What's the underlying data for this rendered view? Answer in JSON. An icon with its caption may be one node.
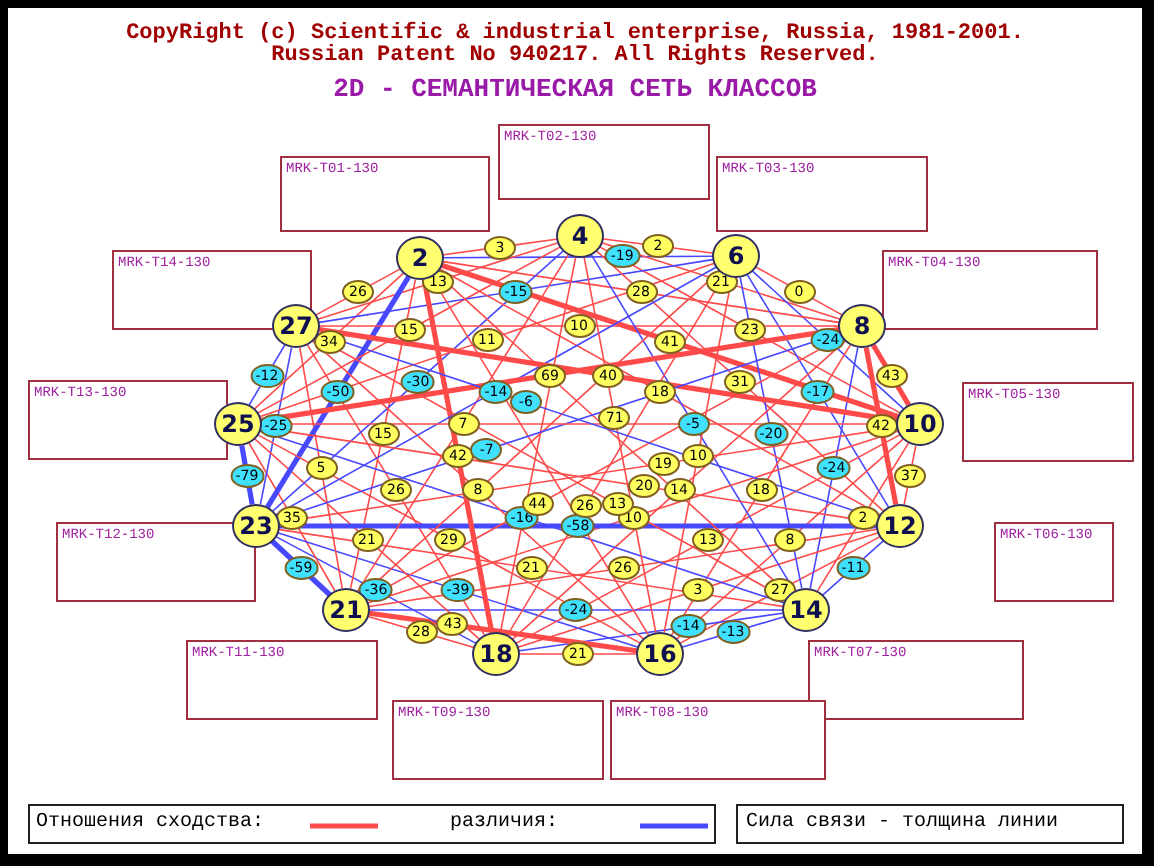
{
  "diagram": {
    "title": "2D - СЕМАНТИЧЕСКАЯ СЕТЬ КЛАССОВ",
    "nodes": [
      {
        "text": [
          "2"
        ]
      },
      {
        "text": [
          "4"
        ]
      },
      {
        "text": [
          "6"
        ]
      },
      {
        "text": [
          "8"
        ]
      },
      {
        "text": [
          "10"
        ]
      },
      {
        "text": [
          "12"
        ]
      },
      {
        "text": [
          "14"
        ]
      },
      {
        "text": [
          "16"
        ]
      },
      {
        "text": [
          "18"
        ]
      },
      {
        "text": [
          "21"
        ]
      },
      {
        "text": [
          "23"
        ]
      },
      {
        "text": [
          "25"
        ]
      },
      {
        "text": [
          "27"
        ]
      },
      {
        "text": [
          "MRK-T01-130"
        ]
      },
      {
        "text": [
          "MRK-T02-130"
        ]
      },
      {
        "text": [
          "MRK-T03-130"
        ]
      },
      {
        "text": [
          "MRK-T04-130"
        ]
      },
      {
        "text": [
          "MRK-T05-130"
        ]
      },
      {
        "text": [
          "MRK-T06-130"
        ]
      },
      {
        "text": [
          "MRK-T07-130"
        ]
      },
      {
        "text": [
          "MRK-T08-130"
        ]
      },
      {
        "text": [
          "MRK-T09-130"
        ]
      },
      {
        "text": [
          "MRK-T11-130"
        ]
      },
      {
        "text": [
          "MRK-T12-130"
        ]
      },
      {
        "text": [
          "MRK-T13-130"
        ]
      },
      {
        "text": [
          "MRK-T14-130"
        ]
      }
    ],
    "edges": [
      {
        "from": 0,
        "to": 1,
        "arrow": "none",
        "label": "3"
      },
      {
        "from": 1,
        "to": 2,
        "arrow": "none",
        "label": "2"
      },
      {
        "from": 2,
        "to": 3,
        "arrow": "none",
        "label": "0"
      },
      {
        "from": 3,
        "to": 4,
        "arrow": "none",
        "label": "43",
        "style": "thick"
      },
      {
        "from": 4,
        "to": 5,
        "arrow": "none",
        "label": "37"
      },
      {
        "from": 5,
        "to": 6,
        "arrow": "none",
        "label": "-11",
        "color": "#4848ff"
      },
      {
        "from": 6,
        "to": 7,
        "arrow": "none",
        "label": "-13",
        "color": "#4848ff"
      },
      {
        "from": 7,
        "to": 8,
        "arrow": "none",
        "label": "21"
      },
      {
        "from": 8,
        "to": 9,
        "arrow": "none",
        "label": "28"
      },
      {
        "from": 9,
        "to": 10,
        "arrow": "none",
        "label": "-59",
        "color": "#4848ff",
        "style": "thick"
      },
      {
        "from": 10,
        "to": 11,
        "arrow": "none",
        "label": "-79",
        "color": "#4848ff",
        "style": "thick"
      },
      {
        "from": 11,
        "to": 12,
        "arrow": "none",
        "label": "-12",
        "color": "#4848ff"
      },
      {
        "from": 12,
        "to": 0,
        "arrow": "none",
        "label": "26"
      },
      {
        "from": 0,
        "to": 2,
        "arrow": "none",
        "label": "-19",
        "color": "#4848ff"
      },
      {
        "from": 1,
        "to": 3,
        "arrow": "none",
        "label": "21"
      },
      {
        "from": 2,
        "to": 4,
        "arrow": "none",
        "label": "-24",
        "color": "#4848ff"
      },
      {
        "from": 3,
        "to": 5,
        "arrow": "none",
        "label": "42",
        "style": "thick"
      },
      {
        "from": 4,
        "to": 6,
        "arrow": "none",
        "label": "2"
      },
      {
        "from": 5,
        "to": 7,
        "arrow": "none",
        "label": "27"
      },
      {
        "from": 6,
        "to": 8,
        "arrow": "none",
        "label": "-14",
        "color": "#4848ff"
      },
      {
        "from": 7,
        "to": 9,
        "arrow": "none",
        "label": "43",
        "style": "thick"
      },
      {
        "from": 8,
        "to": 10,
        "arrow": "none",
        "label": "-36",
        "color": "#4848ff"
      },
      {
        "from": 9,
        "to": 11,
        "arrow": "none",
        "label": "35"
      },
      {
        "from": 10,
        "to": 12,
        "arrow": "none",
        "label": "-25",
        "color": "#4848ff"
      },
      {
        "from": 11,
        "to": 0,
        "arrow": "none",
        "label": "34"
      },
      {
        "from": 12,
        "to": 1,
        "arrow": "none",
        "label": "13"
      },
      {
        "from": 0,
        "to": 3,
        "arrow": "none",
        "label": "28"
      },
      {
        "from": 1,
        "to": 4,
        "arrow": "none",
        "label": "23"
      },
      {
        "from": 2,
        "to": 5,
        "arrow": "none",
        "label": "-17",
        "color": "#4848ff"
      },
      {
        "from": 3,
        "to": 6,
        "arrow": "none",
        "label": "-24",
        "color": "#4848ff"
      },
      {
        "from": 4,
        "to": 7,
        "arrow": "none",
        "label": "8"
      },
      {
        "from": 5,
        "to": 8,
        "arrow": "none",
        "label": "3"
      },
      {
        "from": 6,
        "to": 9,
        "arrow": "none",
        "label": "-24",
        "color": "#4848ff"
      },
      {
        "from": 7,
        "to": 10,
        "arrow": "none",
        "label": "-39",
        "color": "#4848ff"
      },
      {
        "from": 8,
        "to": 11,
        "arrow": "none",
        "label": "21"
      },
      {
        "from": 9,
        "to": 12,
        "arrow": "none",
        "label": "5"
      },
      {
        "from": 10,
        "to": 0,
        "arrow": "none",
        "label": "-50",
        "color": "#4848ff",
        "style": "thick"
      },
      {
        "from": 11,
        "to": 1,
        "arrow": "none",
        "label": "15"
      },
      {
        "from": 12,
        "to": 2,
        "arrow": "none",
        "label": "-15",
        "color": "#4848ff"
      },
      {
        "from": 0,
        "to": 4,
        "arrow": "none",
        "label": "41",
        "style": "thick"
      },
      {
        "from": 1,
        "to": 5,
        "arrow": "none",
        "label": "31"
      },
      {
        "from": 2,
        "to": 6,
        "arrow": "none",
        "label": "-20",
        "color": "#4848ff"
      },
      {
        "from": 3,
        "to": 7,
        "arrow": "none",
        "label": "18"
      },
      {
        "from": 4,
        "to": 8,
        "arrow": "none",
        "label": "13"
      },
      {
        "from": 5,
        "to": 9,
        "arrow": "none",
        "label": "26"
      },
      {
        "from": 6,
        "to": 10,
        "arrow": "none",
        "label": "21"
      },
      {
        "from": 7,
        "to": 11,
        "arrow": "none",
        "label": "29"
      },
      {
        "from": 8,
        "to": 12,
        "arrow": "none",
        "label": "26"
      },
      {
        "from": 9,
        "to": 0,
        "arrow": "none",
        "label": "15"
      },
      {
        "from": 10,
        "to": 1,
        "arrow": "none",
        "label": "-30",
        "color": "#4848ff"
      },
      {
        "from": 11,
        "to": 2,
        "arrow": "none",
        "label": "11"
      },
      {
        "from": 12,
        "to": 3,
        "arrow": "none",
        "label": "10"
      },
      {
        "from": 0,
        "to": 5,
        "arrow": "none",
        "label": "18"
      },
      {
        "from": 1,
        "to": 6,
        "arrow": "none",
        "label": "-5",
        "color": "#4848ff"
      },
      {
        "from": 2,
        "to": 7,
        "arrow": "none",
        "label": "10"
      },
      {
        "from": 3,
        "to": 8,
        "arrow": "none",
        "label": "14"
      },
      {
        "from": 4,
        "to": 9,
        "arrow": "none",
        "label": "10"
      },
      {
        "from": 5,
        "to": 10,
        "arrow": "none",
        "label": "-58",
        "color": "#4848ff",
        "style": "thick"
      },
      {
        "from": 6,
        "to": 11,
        "arrow": "none",
        "label": "-16",
        "color": "#4848ff"
      },
      {
        "from": 7,
        "to": 12,
        "arrow": "none",
        "label": "8"
      },
      {
        "from": 8,
        "to": 0,
        "arrow": "none",
        "label": "42",
        "style": "thick"
      },
      {
        "from": 9,
        "to": 1,
        "arrow": "none",
        "label": "7"
      },
      {
        "from": 10,
        "to": 2,
        "arrow": "none",
        "label": "-14",
        "color": "#4848ff"
      },
      {
        "from": 11,
        "to": 3,
        "arrow": "none",
        "label": "69",
        "style": "thick"
      },
      {
        "from": 12,
        "to": 4,
        "arrow": "none",
        "label": "40",
        "style": "thick"
      },
      {
        "from": 0,
        "to": 6,
        "arrow": "none"
      },
      {
        "from": 1,
        "to": 7,
        "arrow": "none",
        "label": "71"
      },
      {
        "from": 2,
        "to": 8,
        "arrow": "none",
        "label": "26"
      },
      {
        "from": 3,
        "to": 9,
        "arrow": "none",
        "label": "44"
      },
      {
        "from": 4,
        "to": 10,
        "arrow": "none",
        "label": "19"
      },
      {
        "from": 5,
        "to": 11,
        "arrow": "none",
        "label": "20"
      },
      {
        "from": 6,
        "to": 12,
        "arrow": "none",
        "label": "13"
      },
      {
        "from": 7,
        "to": 0,
        "arrow": "none"
      },
      {
        "from": 8,
        "to": 1,
        "arrow": "none"
      },
      {
        "from": 9,
        "to": 2,
        "arrow": "none"
      },
      {
        "from": 10,
        "to": 3,
        "arrow": "none",
        "label": "-7",
        "color": "#4848ff"
      },
      {
        "from": 11,
        "to": 4,
        "arrow": "none"
      },
      {
        "from": 12,
        "to": 5,
        "arrow": "none",
        "label": "-6",
        "color": "#4848ff"
      }
    ],
    "labels": [
      "CopyRight (c) Scientific & industrial enterprise, Russia, 1981-2001.",
      "Russian Patent No 940217. All Rights Reserved.",
      "Сила связи - толщина линии"
    ],
    "legend": [
      {
        "text": "Отношения сходства:"
      },
      {
        "text": "различия:"
      }
    ]
  }
}
